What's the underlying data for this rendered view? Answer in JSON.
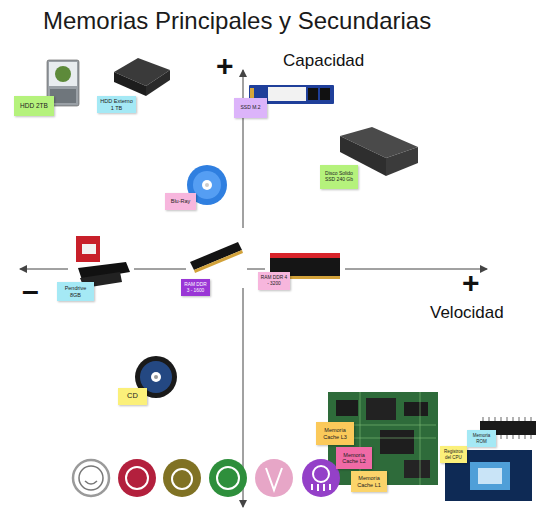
{
  "diagram": {
    "title": "Memorias Principales y Secundarias",
    "nodes": [
      {
        "text": [
          "HDD 2TB"
        ]
      },
      {
        "text": [
          "HDD Externo 1 TB"
        ]
      },
      {
        "text": [
          "SSD M.2"
        ]
      },
      {
        "text": [
          "Disco Solido SSD 240 Gb"
        ]
      },
      {
        "text": [
          "Blu-Ray"
        ]
      },
      {
        "text": [
          "Pendrive 8GB"
        ]
      },
      {
        "text": [
          "RAM DDR 3 - 1600"
        ]
      },
      {
        "text": [
          "RAM DDR 4 - 3200"
        ]
      },
      {
        "text": [
          "CD"
        ]
      },
      {
        "text": [
          "Memoria Cache L3"
        ]
      },
      {
        "text": [
          "Memoria Cache L2"
        ]
      },
      {
        "text": [
          "Memoria Cache L1"
        ]
      },
      {
        "text": [
          "Registros del CPU"
        ]
      },
      {
        "text": [
          "Memoria ROM"
        ]
      }
    ],
    "labels": [
      "+",
      "Capacidad",
      "–",
      "+",
      "Velocidad"
    ]
  }
}
